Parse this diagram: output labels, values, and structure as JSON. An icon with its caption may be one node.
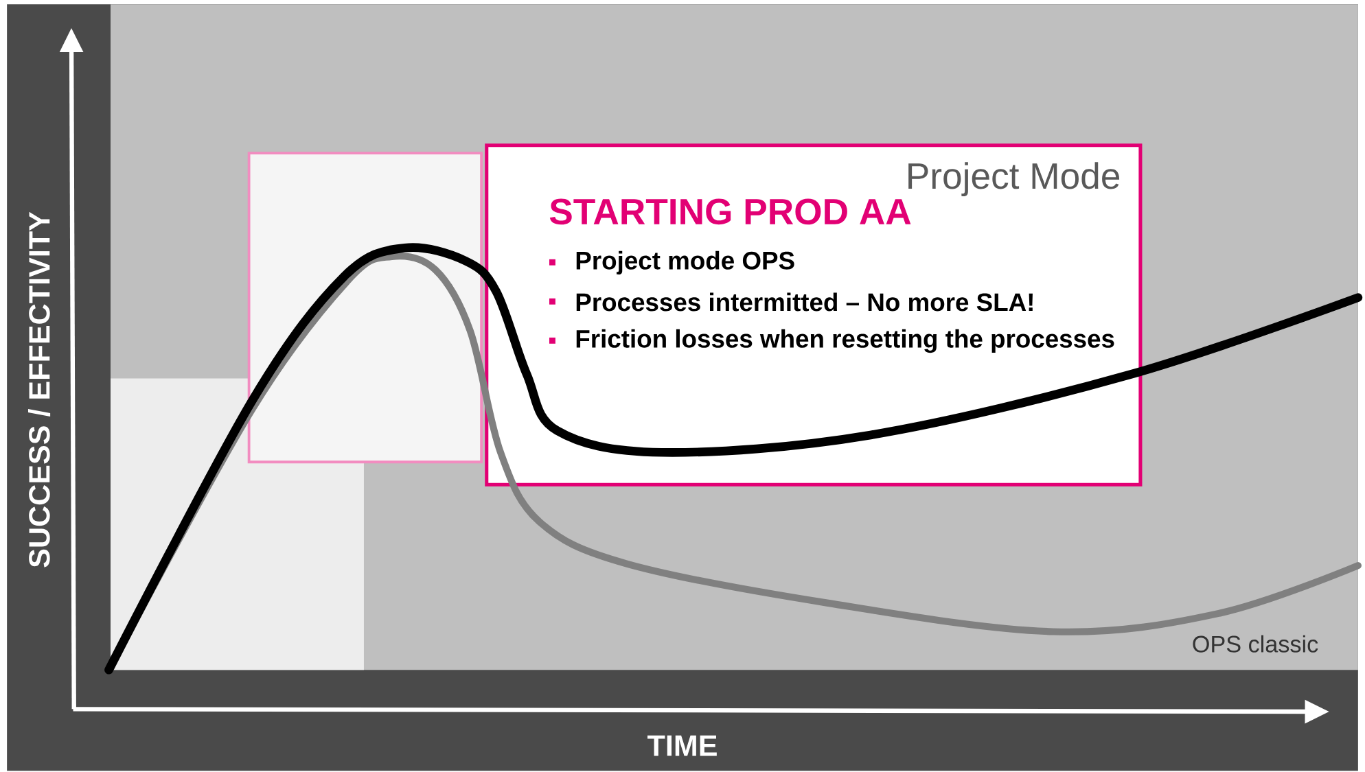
{
  "diagram": {
    "nodes": [
      {
        "text": [
          "Project Mode",
          "STARTING PROD AA",
          "Project mode OPS",
          "Processes intermitted – No more SLA!",
          "Friction losses when resetting the processes"
        ]
      }
    ],
    "labels": [
      "SUCCESS / EFFECTIVITY",
      "TIME",
      "OPS classic"
    ]
  }
}
